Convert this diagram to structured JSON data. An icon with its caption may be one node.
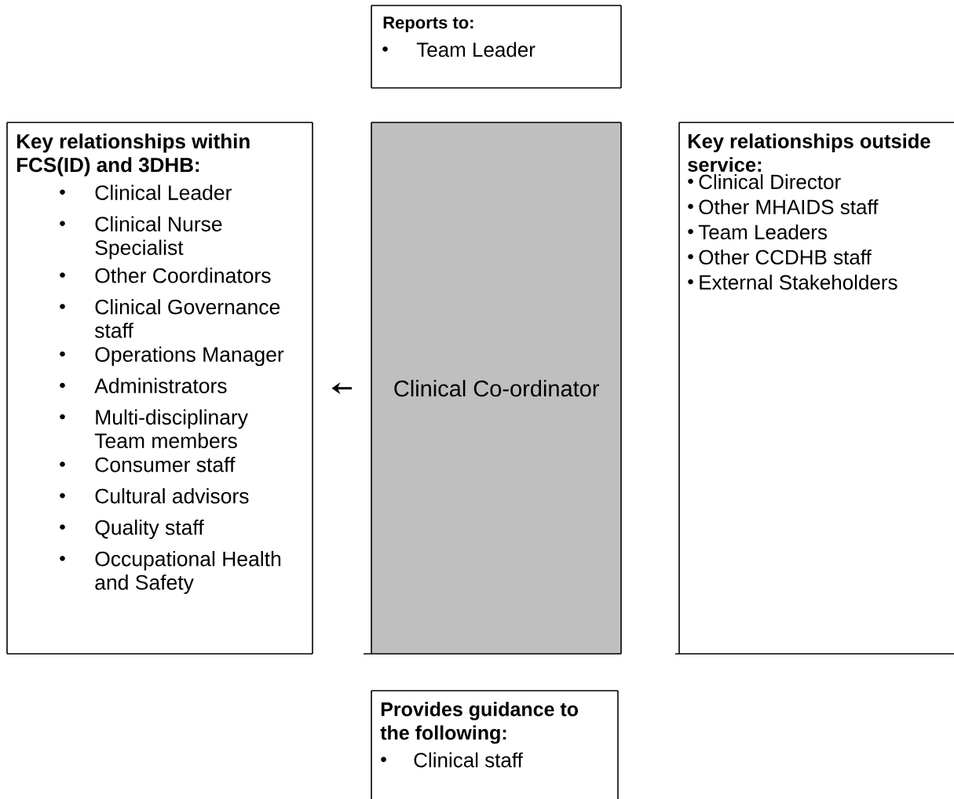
{
  "diagram": {
    "nodes": [
      {
        "text": [
          "Reports to:",
          "Team Leader"
        ]
      },
      {
        "text": [
          "Key relationships within FCS(ID) and 3DHB:",
          "Clinical Leader",
          "Clinical Nurse Specialist",
          "Other Coordinators",
          "Clinical Governance staff",
          "Operations Manager",
          "Administrators",
          "Multi-disciplinary Team members",
          "Consumer staff",
          "Cultural advisors",
          "Quality staff",
          "Occupational Health and Safety"
        ]
      },
      {
        "text": [
          "Clinical Co-ordinator"
        ]
      },
      {
        "text": [
          "Key relationships outside service:",
          "Clinical Director",
          "Other MHAIDS staff",
          "Team Leaders",
          "Other CCDHB staff",
          "External Stakeholders"
        ]
      },
      {
        "text": [
          "Provides guidance to the following:",
          "Clinical staff"
        ]
      }
    ],
    "edges": [
      {
        "from": 2,
        "to": 1,
        "arrow": "to"
      }
    ]
  }
}
